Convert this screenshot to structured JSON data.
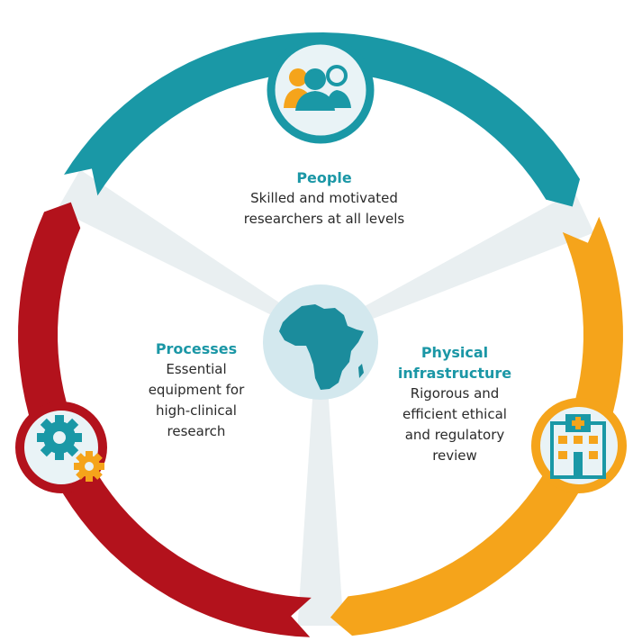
{
  "colors": {
    "people": "#1a98a6",
    "processes": "#b3121c",
    "infrastructure": "#f5a41b",
    "spoke": "#e9eff1",
    "hub": "#d3e8ee",
    "africa": "#1b8c9c"
  },
  "people": {
    "title": "People",
    "lines": [
      "Skilled and motivated",
      "researchers at all levels"
    ],
    "icon": "people-icon"
  },
  "processes": {
    "title": "Processes",
    "lines": [
      "Essential",
      "equipment for",
      "high-clinical",
      "research"
    ],
    "icon": "gears-icon"
  },
  "infrastructure": {
    "title_lines": [
      "Physical",
      "infrastructure"
    ],
    "lines": [
      "Rigorous and",
      "efficient ethical",
      "and regulatory",
      "review"
    ],
    "icon": "hospital-icon"
  },
  "hub": {
    "icon": "africa-map-icon"
  }
}
